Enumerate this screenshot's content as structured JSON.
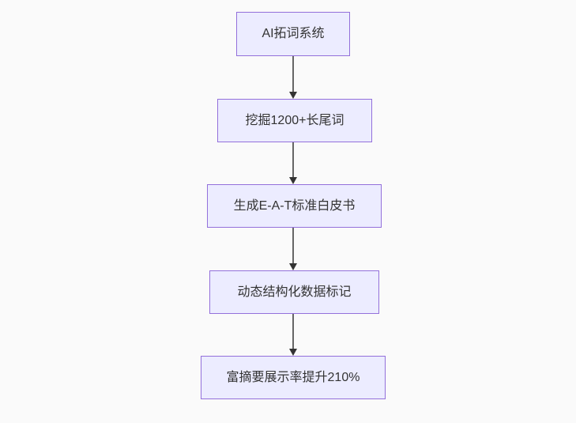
{
  "diagram": {
    "type": "flowchart",
    "direction": "top-down",
    "nodes": [
      {
        "id": "A",
        "label": "AI拓词系统"
      },
      {
        "id": "B",
        "label": "挖掘1200+长尾词"
      },
      {
        "id": "C",
        "label": "生成E-A-T标准白皮书"
      },
      {
        "id": "D",
        "label": "动态结构化数据标记"
      },
      {
        "id": "E",
        "label": "富摘要展示率提升210%"
      }
    ],
    "edges": [
      {
        "from": "A",
        "to": "B"
      },
      {
        "from": "B",
        "to": "C"
      },
      {
        "from": "C",
        "to": "D"
      },
      {
        "from": "D",
        "to": "E"
      }
    ],
    "colors": {
      "node_fill": "#ECECFF",
      "node_border": "#9370DB",
      "node_text": "#333333",
      "edge_line": "#666666",
      "edge_arrowhead": "#333333",
      "canvas_background": "#FAFAFA"
    }
  }
}
